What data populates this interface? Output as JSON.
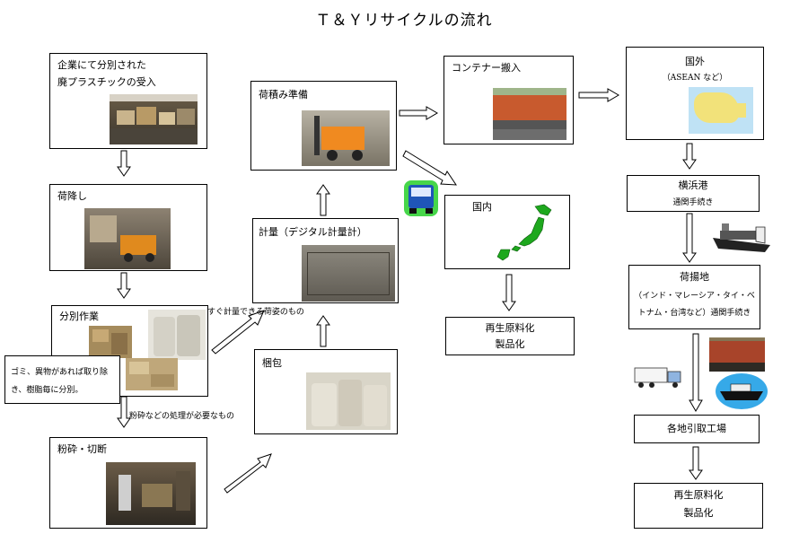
{
  "title": "Ｔ＆Ｙリサイクルの流れ",
  "steps": {
    "receive": {
      "line1": "企業にて分別された",
      "line2": "廃プラスチックの受入"
    },
    "unload": {
      "label": "荷降し"
    },
    "sort": {
      "label": "分別作業",
      "note_line1": "ゴミ、異物があれば取り除",
      "note_line2": "き、樹脂毎に分別。"
    },
    "crush": {
      "label": "粉砕・切断"
    },
    "pack": {
      "label": "梱包"
    },
    "weigh": {
      "label": "計量（デジタル計量計）"
    },
    "load_prep": {
      "label": "荷積み準備"
    },
    "container": {
      "label": "コンテナー搬入"
    },
    "domestic": {
      "label": "国内"
    },
    "recycle_domestic": {
      "line1": "再生原料化",
      "line2": "製品化"
    },
    "overseas": {
      "label": "国外",
      "sub": "（ASEAN など）"
    },
    "yokohama": {
      "label": "横浜港",
      "sub": "通関手続き"
    },
    "unloading_port": {
      "label": "荷揚地",
      "line2": "（インド・マレーシア・タイ・ベ",
      "line3": "トナム・台湾など）通関手続き"
    },
    "factories": {
      "label": "各地引取工場"
    },
    "recycle_overseas": {
      "line1": "再生原料化",
      "line2": "製品化"
    }
  },
  "notes": {
    "weigh_ready": "すぐ計量できる荷姿のもの",
    "needs_crush": "粉砕などの処理が必要なもの"
  },
  "icons": [
    "truck-icon",
    "cargo-ship-icon",
    "trailer-truck-icon",
    "freight-train-icon",
    "ferry-icon"
  ]
}
